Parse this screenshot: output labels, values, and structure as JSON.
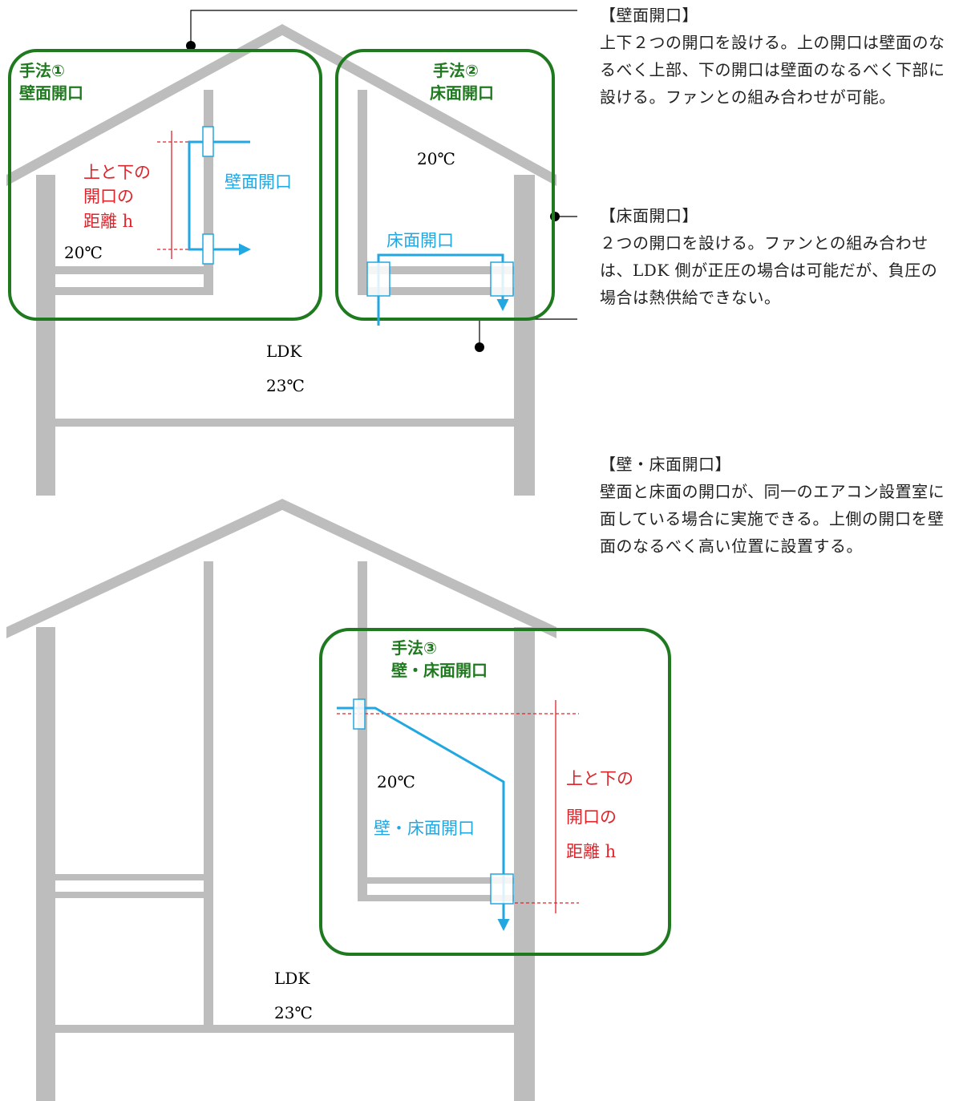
{
  "method1": {
    "title": "手法①",
    "subtitle": "壁面開口"
  },
  "method2": {
    "title": "手法②",
    "subtitle": "床面開口"
  },
  "method3": {
    "title": "手法③",
    "subtitle": "壁・床面開口"
  },
  "distance_label": [
    "上と下の",
    "開口の",
    "距離 h"
  ],
  "labels": {
    "wall_opening": "壁面開口",
    "floor_opening": "床面開口",
    "wall_floor_opening": "壁・床面開口",
    "room_temp": "20℃",
    "ldk": "LDK",
    "ldk_temp": "23℃"
  },
  "notes": [
    {
      "heading": "【壁面開口】",
      "body": "上下２つの開口を設ける。上の開口は壁面のなるべく上部、下の開口は壁面のなるべく下部に設ける。ファンとの組み合わせが可能。"
    },
    {
      "heading": "【床面開口】",
      "body": "２つの開口を設ける。ファンとの組み合わせは、LDK 側が正圧の場合は可能だが、負圧の場合は熱供給できない。"
    },
    {
      "heading": "【壁・床面開口】",
      "body": "壁面と床面の開口が、同一のエアコン設置室に面している場合に実施できる。上側の開口を壁面のなるべく高い位置に設置する。"
    }
  ],
  "colors": {
    "green": "#1f7a1f",
    "red": "#e0242b",
    "blue": "#22a7e0",
    "gray": "#bdbdbd"
  }
}
